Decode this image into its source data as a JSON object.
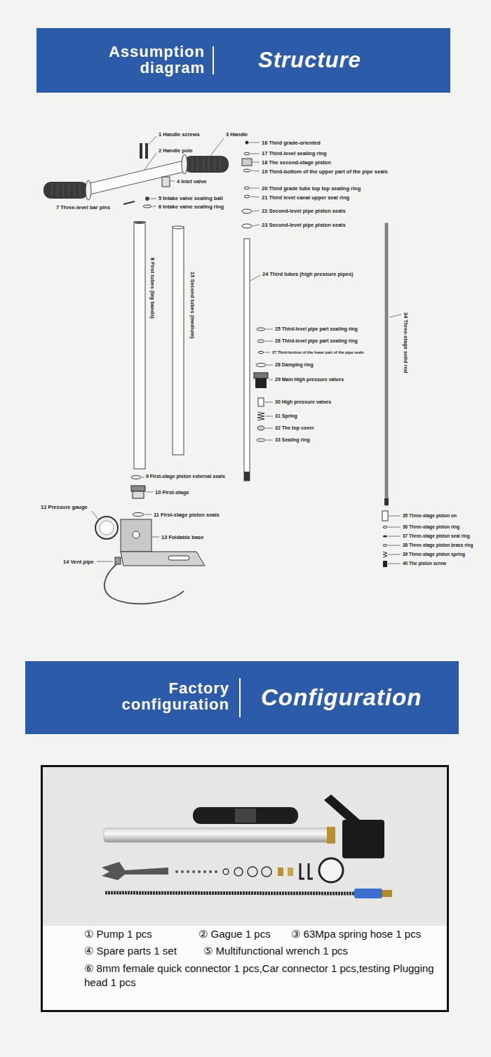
{
  "diagram": {
    "nodes": [
      {
        "text": [
          "Assumption diagram",
          "Structure"
        ]
      },
      {
        "text": [
          "Factory configuration",
          "Configuration"
        ]
      },
      {
        "text": [
          "① Pump 1 pcs",
          "② Gague 1 pcs",
          "③ 63Mpa spring hose 1 pcs",
          "④ Spare parts 1 set",
          "⑤ Multifunctional wrench 1 pcs",
          "⑥ 8mm female quick connector 1 pcs,Car connector 1 pcs,testing Plugging head 1 pcs"
        ]
      }
    ],
    "labels": [
      "1 Handle screws",
      "3 Handle",
      "2 Handle pole",
      "16 Third grade-oriented",
      "17 Third-level sealing ring",
      "18 The second-stage piston",
      "19 Third-bottom of the upper part of the pipe seals",
      "4 Inlet valve",
      "20 Third grade tube top top sealing ring",
      "21 Third level canal upper seal ring",
      "5 Intake valve sealing ball",
      "6 Intake valve sealing ring",
      "7 Three-level bar pins",
      "22 Second-level pipe piston seals",
      "23 Second-level pipe piston seals",
      "24 Third tubes (high pressure pipes)",
      "8 First tubes (big bands)",
      "15 Second tubes (medium)",
      "34 Three-stage solid rod",
      "25 Third-level pipe part sealing ring",
      "26 Third-level pipe part sealing ring",
      "27 Third-bottom of the lower part of the pipe seals",
      "28 Damping ring",
      "29 Main High pressure valves",
      "30 High pressure valves",
      "31 Spring",
      "32 The top cover",
      "33 Sealing ring",
      "9 First-stage piston external seals",
      "10 First-stage",
      "12 Pressure gauge",
      "11 First-stage piston seals",
      "13 Foldable base",
      "35 Three-stage piston on",
      "36 Three-stage piston ring",
      "37 Three-stage piston seal ring",
      "38 Three-stage piston brass ring",
      "39 Three-stage piston spring",
      "40 The piston screw",
      "14 Vent pipe"
    ]
  }
}
